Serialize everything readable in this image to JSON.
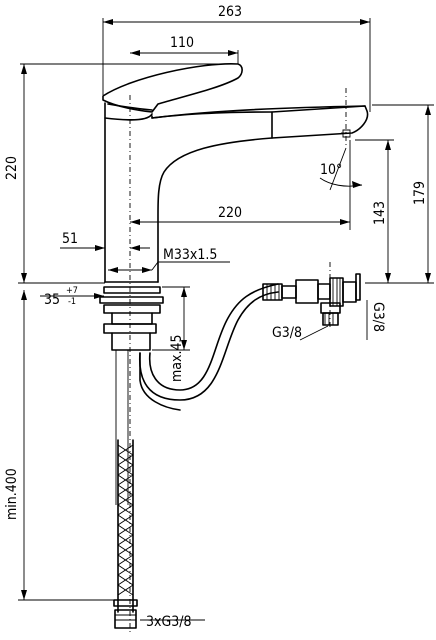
{
  "dimensions": {
    "total_length": "263",
    "handle_offset": "110",
    "total_height": "220",
    "spout_reach": "220",
    "spout_height": "143",
    "lever_height": "179",
    "body_diameter": "51",
    "thread": "M33x1.5",
    "mounting_hole": "35",
    "tolerance_plus": "+7",
    "tolerance_minus": "-1",
    "max_thickness": "max.45",
    "hose_length": "min.400",
    "spout_angle": "10°",
    "connection_a": "G3/8",
    "connection_b": "G3/8",
    "hose_connections": "3xG3/8"
  }
}
